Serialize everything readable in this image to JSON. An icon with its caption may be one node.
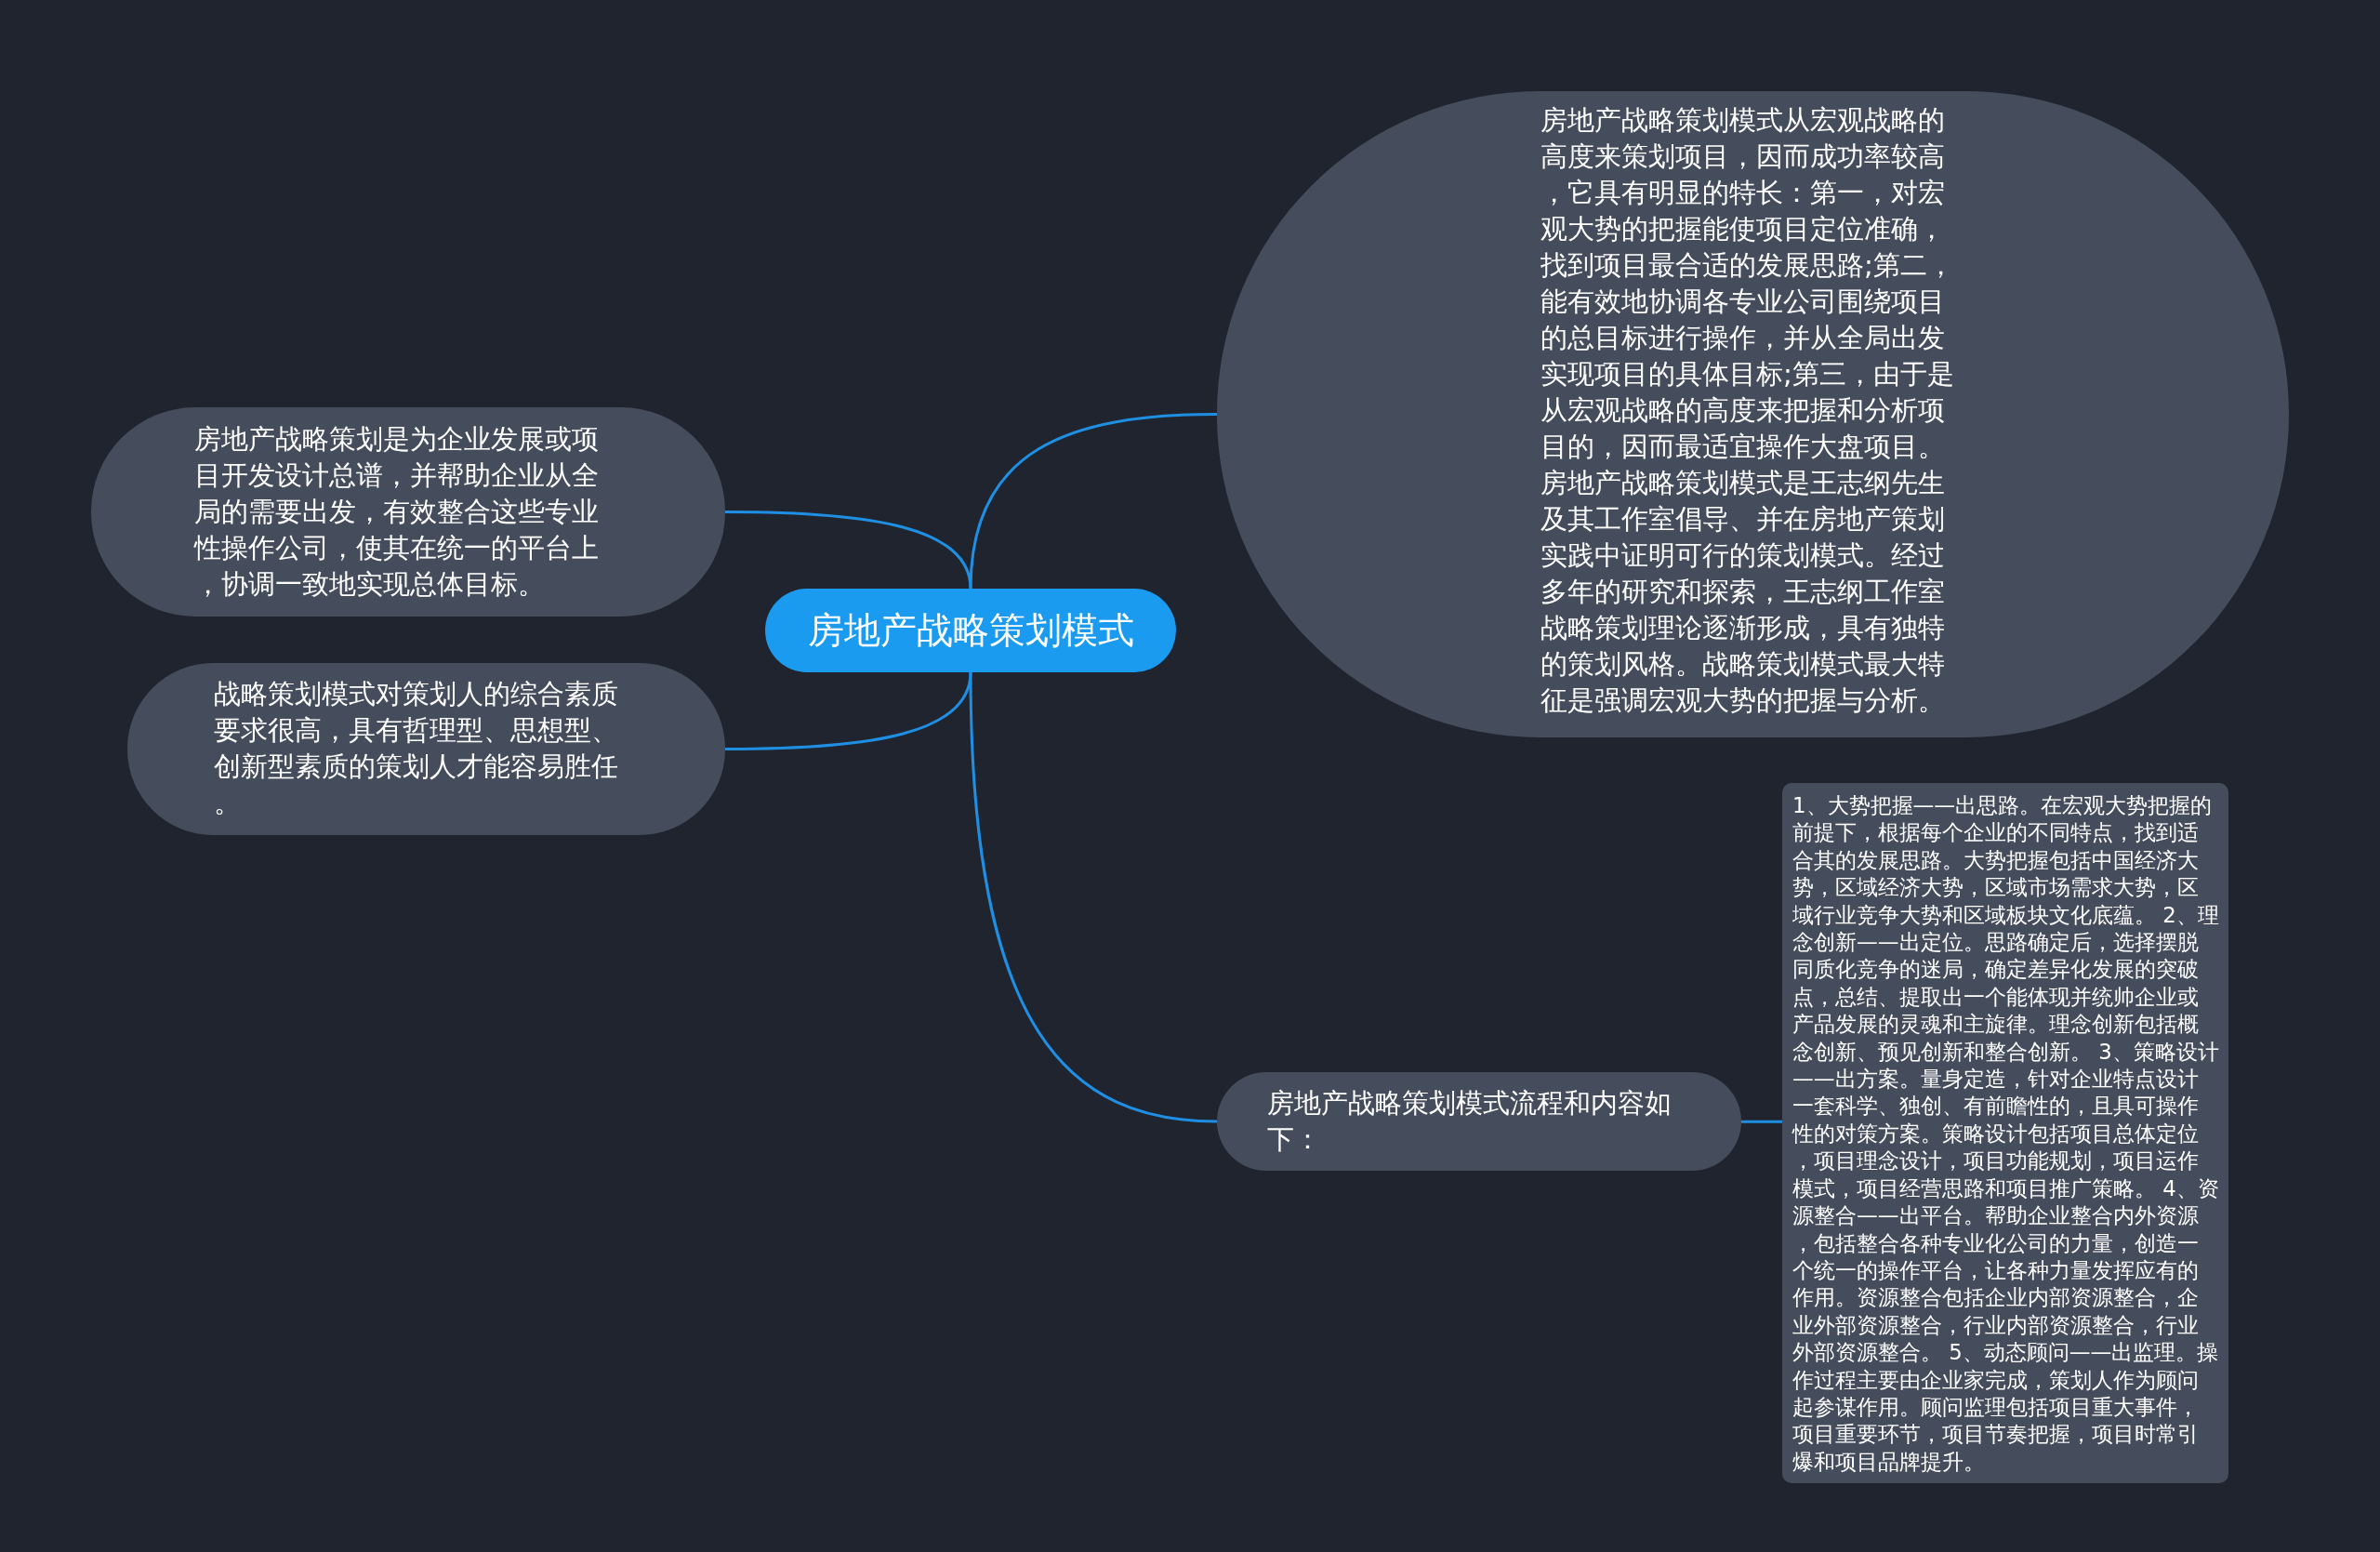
{
  "diagram": {
    "nodes": [
      {
        "text": [
          "房地产战略策划模式"
        ]
      },
      {
        "text": [
          "房地产战略策划是为企业发展或项目开发设计总谱，并帮助企业从全局的需要出发，有效整合这些专业性操作公司，使其在统一的平台上，协调一致地实现总体目标。"
        ]
      },
      {
        "text": [
          "战略策划模式对策划人的综合素质要求很高，具有哲理型、思想型、创新型素质的策划人才能容易胜任。"
        ]
      },
      {
        "text": [
          "房地产战略策划模式从宏观战略的高度来策划项目，因而成功率较高，它具有明显的特长：第一，对宏观大势的把握能使项目定位准确，找到项目最合适的发展思路;第二，能有效地协调各专业公司围绕项目的总目标进行操作，并从全局出发实现项目的具体目标;第三，由于是从宏观战略的高度来把握和分析项目的，因而最适宜操作大盘项目。房地产战略策划模式是王志纲先生及其工作室倡导、并在房地产策划实践中证明可行的策划模式。经过多年的研究和探索，王志纲工作室战略策划理论逐渐形成，具有独特的策划风格。战略策划模式最大特征是强调宏观大势的把握与分析。"
        ]
      },
      {
        "text": [
          "房地产战略策划模式流程和内容如下："
        ]
      },
      {
        "text": [
          "1、大势把握——出思路。在宏观大势把握的前提下，根据每个企业的不同特点，找到适合其的发展思路。大势把握包括中国经济大势，区域经济大势，区域市场需求大势，区域行业竞争大势和区域板块文化底蕴。 2、理念创新——出定位。思路确定后，选择摆脱同质化竞争的迷局，确定差异化发展的突破点，总结、提取出一个能体现并统帅企业或产品发展的灵魂和主旋律。理念创新包括概念创新、预见创新和整合创新。 3、策略设计——出方案。量身定造，针对企业特点设计一套科学、独创、有前瞻性的，且具可操作性的对策方案。策略设计包括项目总体定位，项目理念设计，项目功能规划，项目运作模式，项目经营思路和项目推广策略。 4、资源整合——出平台。帮助企业整合内外资源，包括整合各种专业化公司的力量，创造一个统一的操作平台，让各种力量发挥应有的作用。资源整合包括企业内部资源整合，企业外部资源整合，行业内部资源整合，行业外部资源整合。 5、动态顾问——出监理。操作过程主要由企业家完成，策划人作为顾问起参谋作用。顾问监理包括项目重大事件，项目重要环节，项目节奏把握，项目时常引爆和项目品牌提升。"
        ]
      }
    ],
    "edges": [
      {
        "from": 0,
        "to": 1,
        "arrow": "none"
      },
      {
        "from": 0,
        "to": 2,
        "arrow": "none"
      },
      {
        "from": 0,
        "to": 3,
        "arrow": "none"
      },
      {
        "from": 0,
        "to": 4,
        "arrow": "none"
      },
      {
        "from": 4,
        "to": 5,
        "arrow": "none"
      }
    ]
  }
}
